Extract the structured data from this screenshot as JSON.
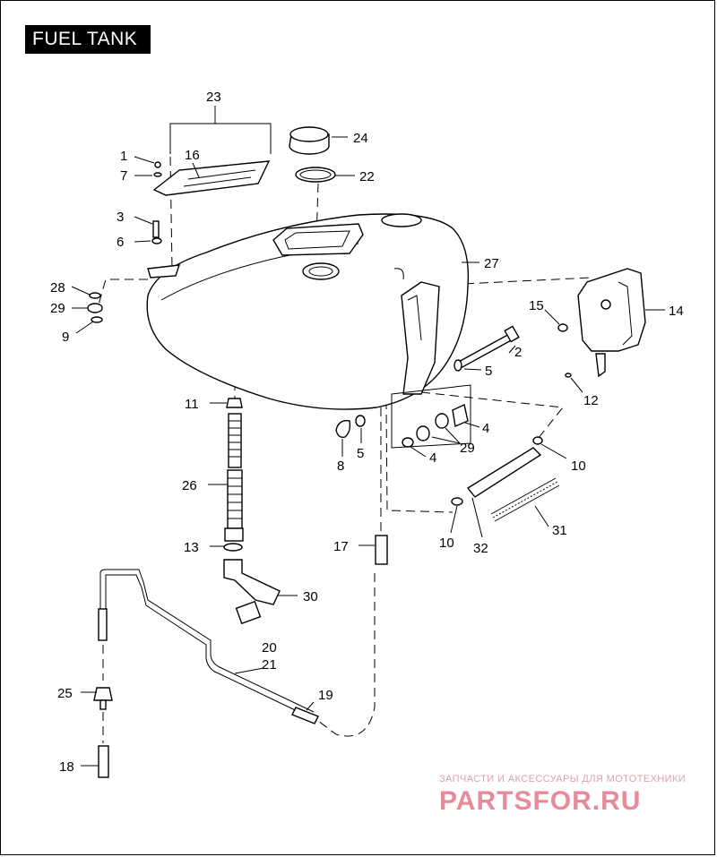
{
  "title": "FUEL TANK",
  "callouts": {
    "c1": "1",
    "c2": "2",
    "c3": "3",
    "c4a": "4",
    "c4b": "4",
    "c5a": "5",
    "c5b": "5",
    "c6": "6",
    "c7": "7",
    "c8": "8",
    "c9": "9",
    "c10a": "10",
    "c10b": "10",
    "c11": "11",
    "c12": "12",
    "c13": "13",
    "c14": "14",
    "c15": "15",
    "c16": "16",
    "c17": "17",
    "c18": "18",
    "c19": "19",
    "c20": "20",
    "c21": "21",
    "c22": "22",
    "c23": "23",
    "c24": "24",
    "c25": "25",
    "c26": "26",
    "c27": "27",
    "c28": "28",
    "c29a": "29",
    "c29b": "29",
    "c30": "30",
    "c31": "31",
    "c32": "32"
  },
  "watermark": {
    "line1": "ЗАПЧАСТИ И АКСЕССУАРЫ ДЛЯ МОТОТЕХНИКИ",
    "line2": "PARTSFOR.RU"
  }
}
